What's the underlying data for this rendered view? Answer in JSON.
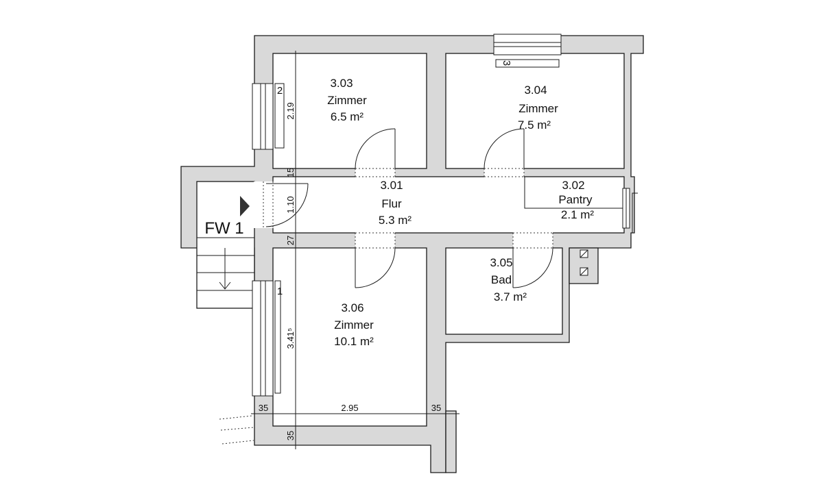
{
  "rooms": [
    {
      "id": "3.01",
      "name": "Flur",
      "area": "5.3 m²"
    },
    {
      "id": "3.02",
      "name": "Pantry",
      "area": "2.1 m²"
    },
    {
      "id": "3.03",
      "name": "Zimmer",
      "area": "6.5 m²"
    },
    {
      "id": "3.04",
      "name": "Zimmer",
      "area": "7.5 m²"
    },
    {
      "id": "3.05",
      "name": "Bad",
      "area": "3.7 m²"
    },
    {
      "id": "3.06",
      "name": "Zimmer",
      "area": "10.1 m²"
    }
  ],
  "stair_label": "FW 1",
  "windows": [
    "1",
    "2",
    "3"
  ],
  "dimensions": {
    "room_303_height": "2.19",
    "wall_15": "15",
    "corridor_width": "1.10",
    "wall_27": "27",
    "room_306_height": "3.41⁵",
    "wall_left_35": "35",
    "room_306_width": "2.95",
    "wall_right_35": "35",
    "wall_bottom_35": "35"
  }
}
